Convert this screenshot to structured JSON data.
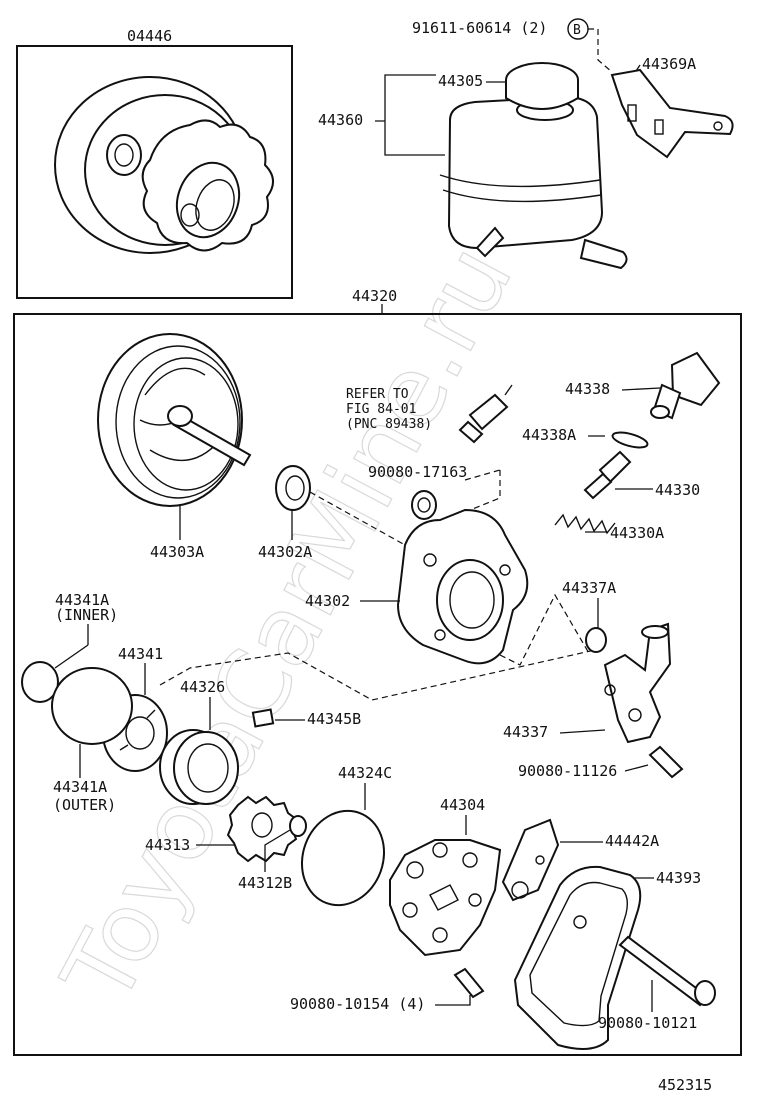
{
  "diagram": {
    "watermark": "ToyotaCarMine.ru",
    "figure_number": "452315",
    "labels": {
      "kit": "04446",
      "bolt_b": "91611-60614 (2)",
      "ref_b": "B",
      "reservoir_cap": "44305",
      "reservoir": "44360",
      "bracket": "44369A",
      "pump_assy": "44320",
      "refer_line1": "REFER TO",
      "refer_line2": "FIG 84-01",
      "refer_line3": "(PNC 89438)",
      "connector": "44338",
      "o_ring_44338a": "44338A",
      "plug_90080_17163": "90080-17163",
      "valve": "44330",
      "spring": "44330A",
      "pulley_shaft": "44303A",
      "oil_seal": "44302A",
      "housing": "44302",
      "o_ring_44337a": "44337A",
      "o_ring_inner": "44341A",
      "inner_note": "(INNER)",
      "cam_plate": "44341",
      "cam_ring": "44326",
      "vane": "44345B",
      "union": "44337",
      "bolt_90080_11126": "90080-11126",
      "o_ring_outer": "44341A",
      "outer_note": "(OUTER)",
      "gasket": "44324C",
      "rear_housing": "44304",
      "bracket_44442a": "44442A",
      "rotor": "44313",
      "snap_ring": "44312B",
      "pump_bracket": "44393",
      "bolt_90080_10154": "90080-10154 (4)",
      "bolt_90080_10121": "90080-10121"
    }
  }
}
